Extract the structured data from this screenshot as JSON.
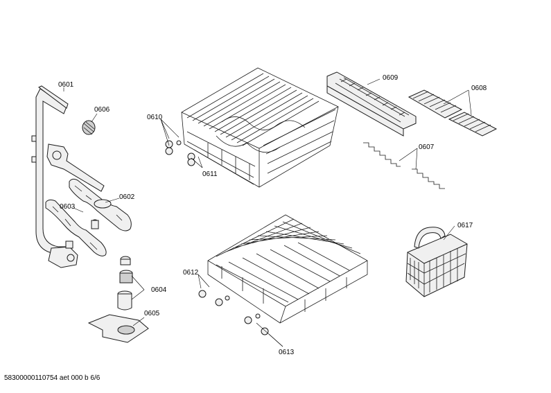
{
  "parts": {
    "p0601": "0601",
    "p0602": "0602",
    "p0603": "0603",
    "p0604": "0604",
    "p0605": "0605",
    "p0606": "0606",
    "p0607": "0607",
    "p0608": "0608",
    "p0609": "0609",
    "p0610": "0610",
    "p0611": "0611",
    "p0612": "0612",
    "p0613": "0613",
    "p0617": "0617"
  },
  "footer": {
    "doc_id": "58300000110754 aet 000 b 6/6"
  }
}
